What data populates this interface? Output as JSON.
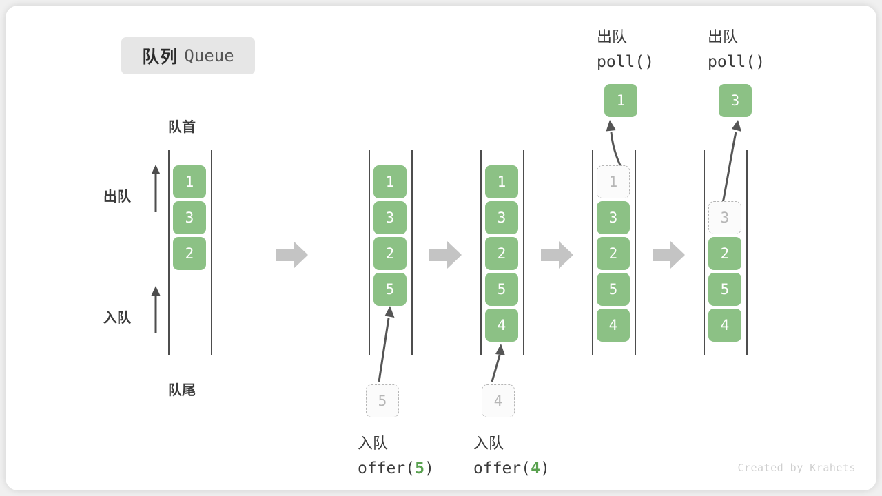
{
  "title": {
    "cn": "队列",
    "en": "Queue"
  },
  "labels": {
    "head": "队首",
    "tail": "队尾",
    "dequeue_side": "出队",
    "enqueue_side": "入队"
  },
  "colors": {
    "cell_fill": "#8cc185",
    "cell_text": "#ffffff",
    "ghost_border": "#b6b6b6",
    "ghost_text": "#b6b6b6",
    "rail": "#4d4d4d",
    "flow_arrow": "#c4c4c4",
    "accent_number": "#59a14f",
    "chip_bg": "#e6e6e6",
    "card_bg": "#ffffff"
  },
  "columns": [
    {
      "name": "initial",
      "cells": [
        "1",
        "3",
        "2"
      ],
      "ghost_index": -1
    },
    {
      "name": "after-offer-5",
      "cells": [
        "1",
        "3",
        "2",
        "5"
      ],
      "ghost_index": -1
    },
    {
      "name": "after-offer-4",
      "cells": [
        "1",
        "3",
        "2",
        "5",
        "4"
      ],
      "ghost_index": -1
    },
    {
      "name": "after-poll-1",
      "cells": [
        "1",
        "3",
        "2",
        "5",
        "4"
      ],
      "ghost_index": 0
    },
    {
      "name": "after-poll-3",
      "cells": [
        "",
        "3",
        "2",
        "5",
        "4"
      ],
      "ghost_index": 1
    }
  ],
  "operations": {
    "offer_5": {
      "cn": "入队",
      "code_prefix": "offer(",
      "code_value": "5",
      "code_suffix": ")",
      "ghost_value": "5"
    },
    "offer_4": {
      "cn": "入队",
      "code_prefix": "offer(",
      "code_value": "4",
      "code_suffix": ")",
      "ghost_value": "4"
    },
    "poll_1": {
      "cn": "出队",
      "code": "poll()",
      "result": "1"
    },
    "poll_2": {
      "cn": "出队",
      "code": "poll()",
      "result": "3"
    }
  },
  "watermark": "Created by Krahets"
}
